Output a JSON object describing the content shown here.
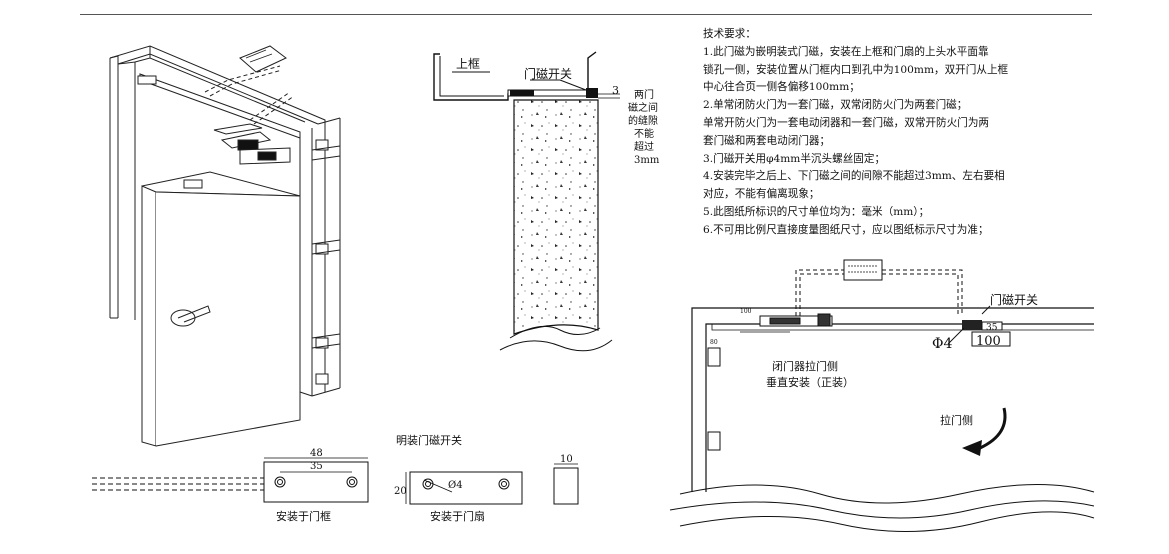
{
  "notes": {
    "heading": "技术要求：",
    "lines": [
      "1.此门磁为嵌明装式门磁，安装在上框和门扇的上头水平面靠",
      "锁孔一侧，安装位置从门框内口到孔中为100mm，双开门从上框",
      "中心往合页一侧各偏移100mm；",
      "2.单常闭防火门为一套门磁，双常闭防火门为两套门磁；",
      "单常开防火门为一套电动闭器和一套门磁，双常开防火门为两",
      "套门磁和两套电动闭门器；",
      "3.门磁开关用φ4mm半沉头螺丝固定；",
      "4.安装完毕之后上、下门磁之间的间隙不能超过3mm、左右要相",
      "对应，不能有偏离现象；",
      "5.此图纸所标识的尺寸单位均为：毫米（mm）；",
      "6.不可用比例尺直接度量图纸尺寸，应以图纸标示尺寸为准；"
    ]
  },
  "section": {
    "frame_label": "上框",
    "switch_label": "门磁开关",
    "gap_dim": "3",
    "gap_note": [
      "两门",
      "磁之间",
      "的缝隙",
      "不能",
      "超过",
      "3mm"
    ]
  },
  "parts": {
    "title": "明装门磁开关",
    "frame_width": "48",
    "frame_hole": "35",
    "door_height": "20",
    "door_hole_label": "Ø4",
    "side_width": "10",
    "frame_caption": "安装于门框",
    "door_caption": "安装于门扇"
  },
  "elevation": {
    "switch_label": "门磁开关",
    "dim_35": "35",
    "dim_100": "100",
    "phi_label": "Φ4",
    "closer_line1": "闭门器拉门侧",
    "closer_line2": "垂直安装（正装）",
    "pull_side": "拉门侧",
    "small_dim_top": "100",
    "small_dim_side": "80"
  }
}
